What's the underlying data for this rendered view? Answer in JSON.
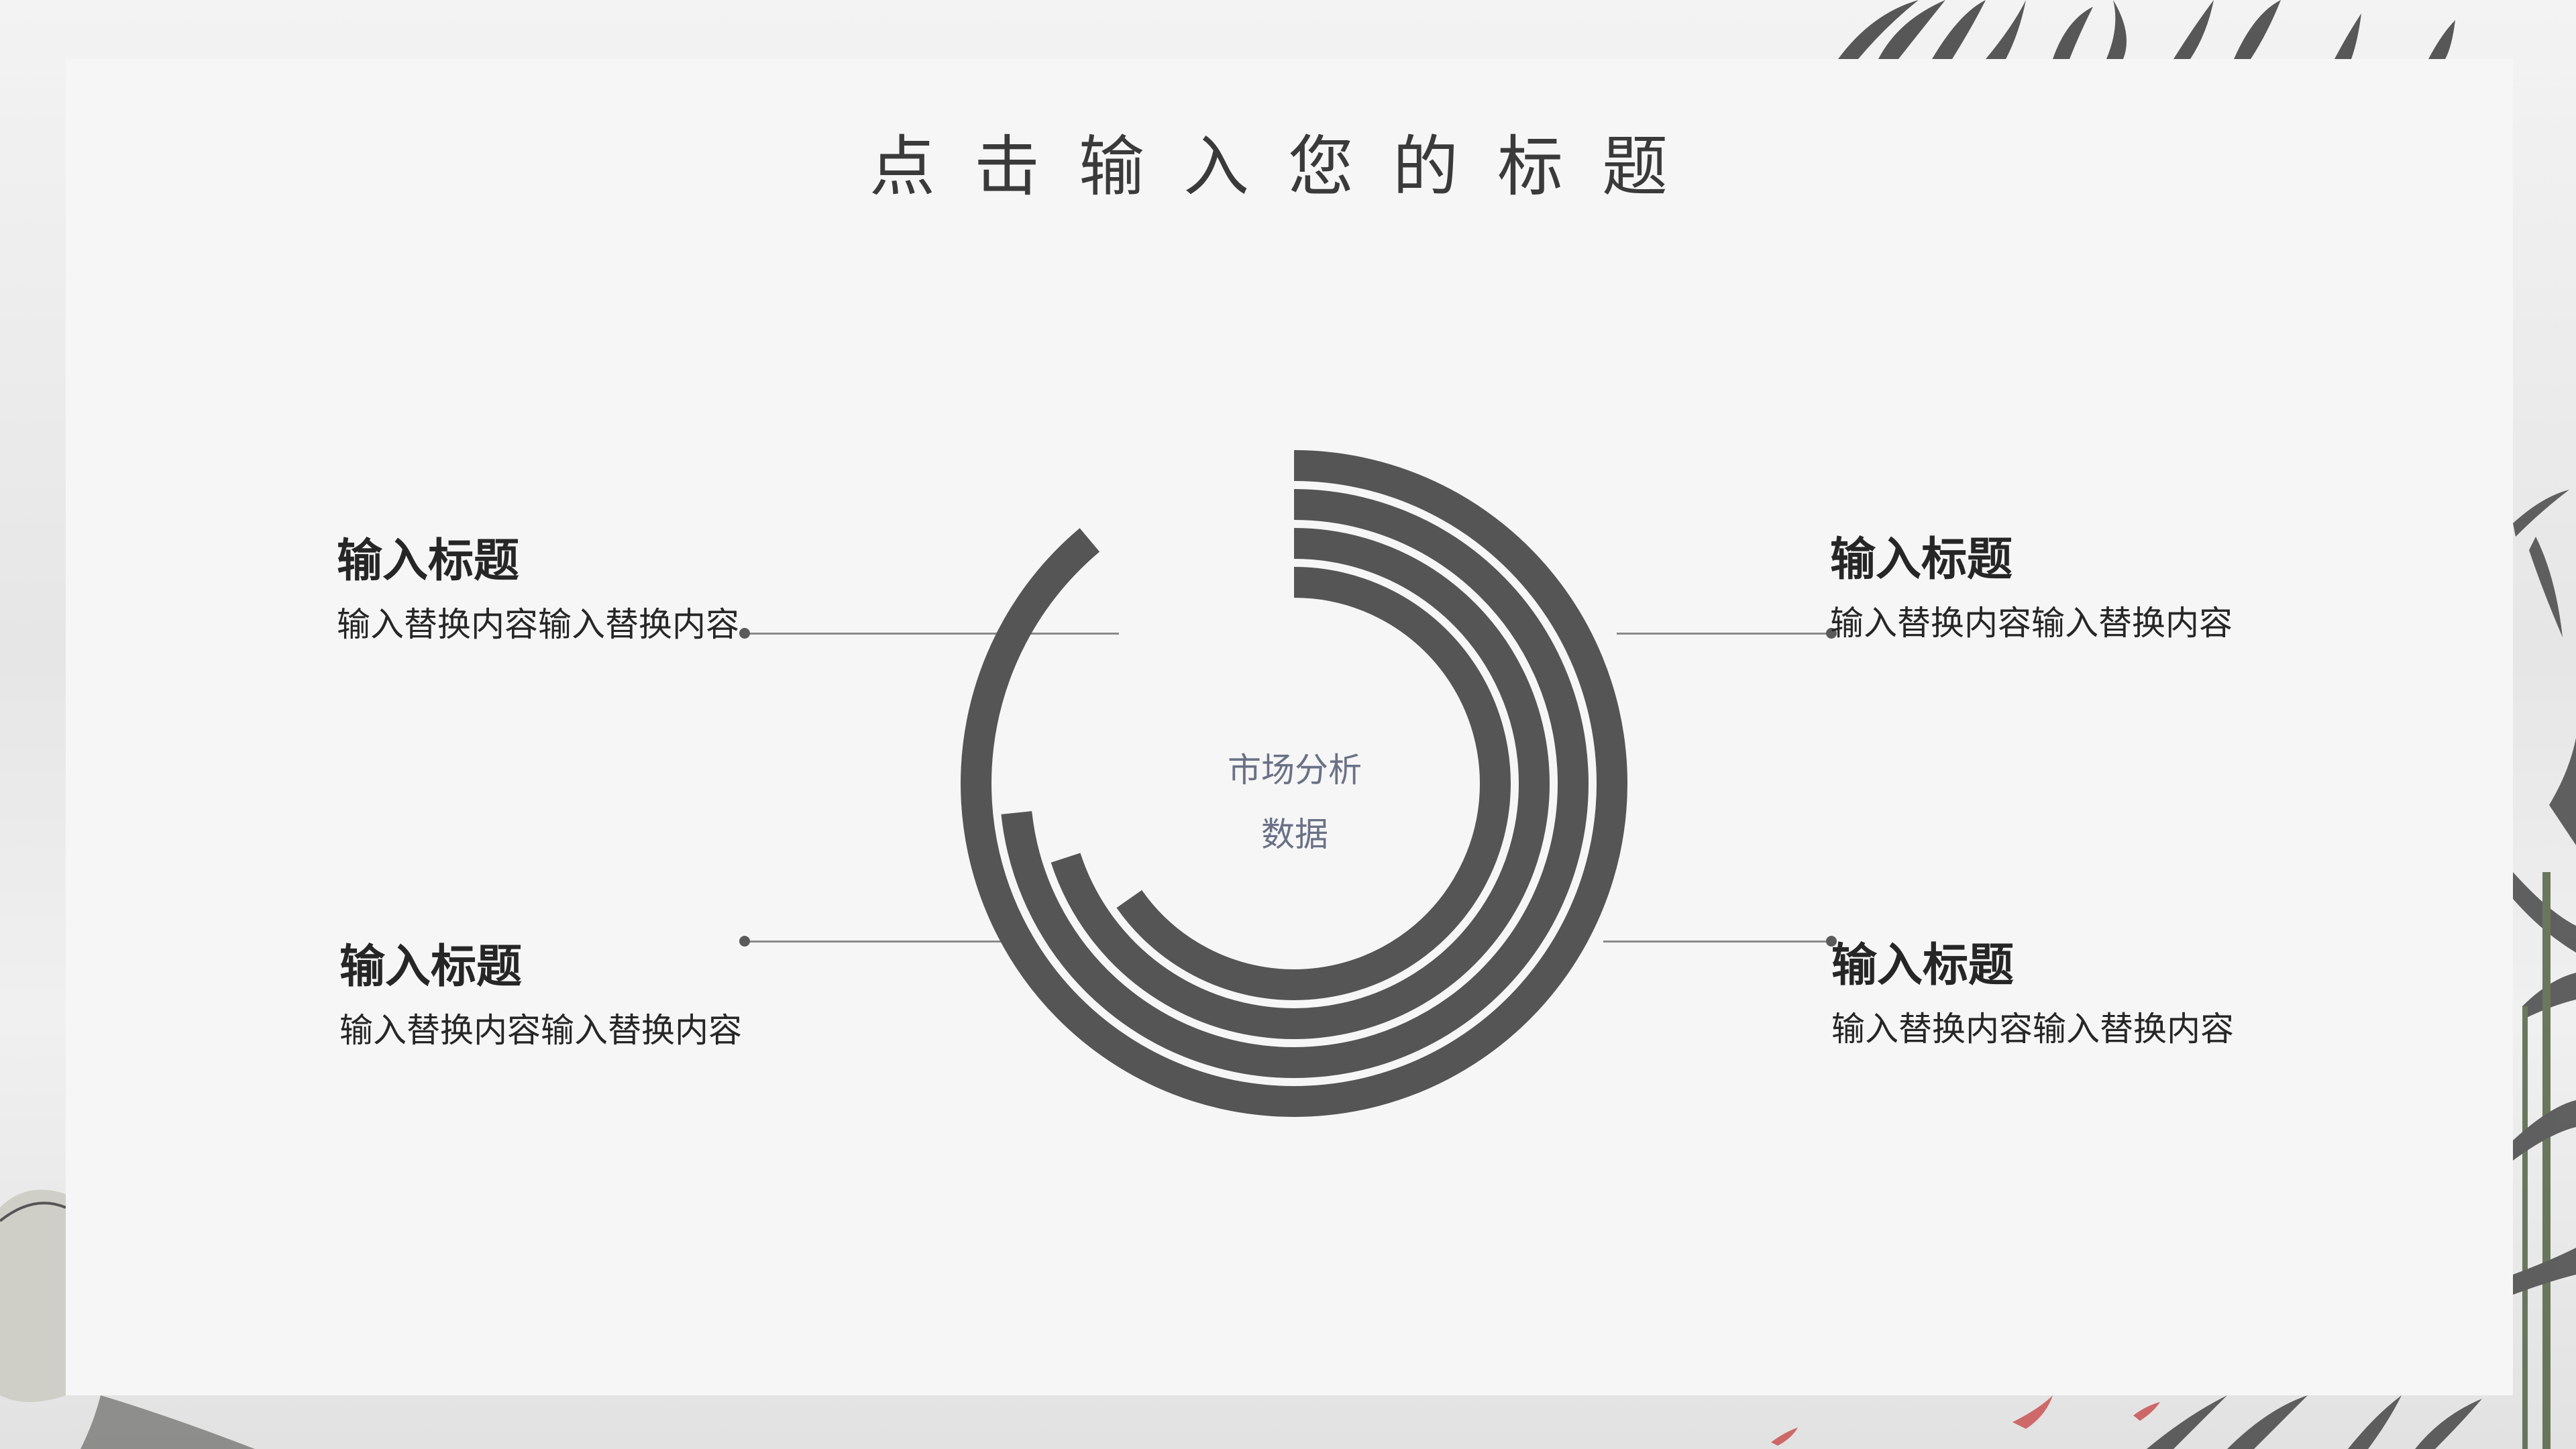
{
  "slide": {
    "title": "点击输入您的标题",
    "center_label_line1": "市场分析",
    "center_label_line2": "数据"
  },
  "items": [
    {
      "title": "输入标题",
      "body": "输入替换内容输入替换内容"
    },
    {
      "title": "输入标题",
      "body": "输入替换内容输入替换内容"
    },
    {
      "title": "输入标题",
      "body": "输入替换内容输入替换内容"
    },
    {
      "title": "输入标题",
      "body": "输入替换内容输入替换内容"
    }
  ],
  "colors": {
    "ring": "#555555",
    "title_text": "#3a3a3a",
    "center_text": "#6a7186",
    "connector": "#8a8a8a"
  },
  "rings": [
    {
      "start_deg": 0,
      "sweep_deg": 235
    },
    {
      "start_deg": 0,
      "sweep_deg": 252
    },
    {
      "start_deg": 0,
      "sweep_deg": 264
    },
    {
      "start_deg": 0,
      "sweep_deg": 320
    }
  ],
  "decorations": [
    "bamboo-leaves-top",
    "bamboo-leaves-right",
    "ink-rock-left",
    "ink-mountains-bottom"
  ]
}
